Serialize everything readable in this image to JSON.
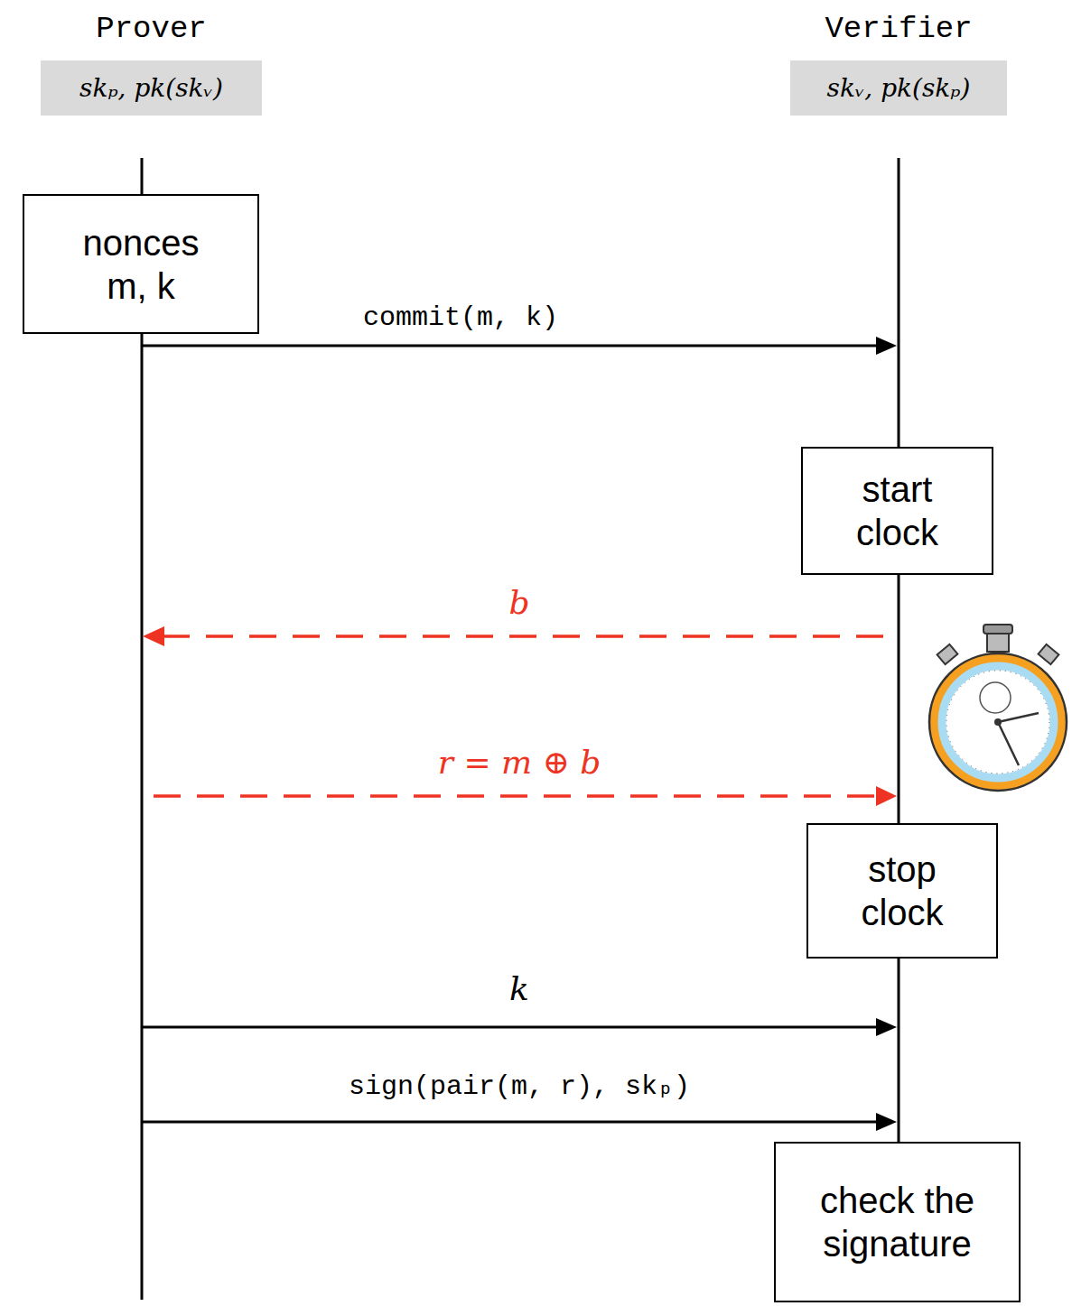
{
  "diagram": {
    "nodes": [
      {
        "text": [
          "Prover",
          "skₚ, pk(skᵥ)"
        ]
      },
      {
        "text": [
          "Verifier",
          "skᵥ, pk(skₚ)"
        ]
      },
      {
        "text": [
          "nonces m, k"
        ]
      },
      {
        "text": [
          "start clock"
        ]
      },
      {
        "text": [
          "stop clock"
        ]
      },
      {
        "text": [
          "check the signature"
        ]
      }
    ],
    "labels": [
      "commit(m, k)",
      "b",
      "r = m ⊕ b",
      "k",
      "sign(pair(m, r), skₚ)"
    ]
  }
}
